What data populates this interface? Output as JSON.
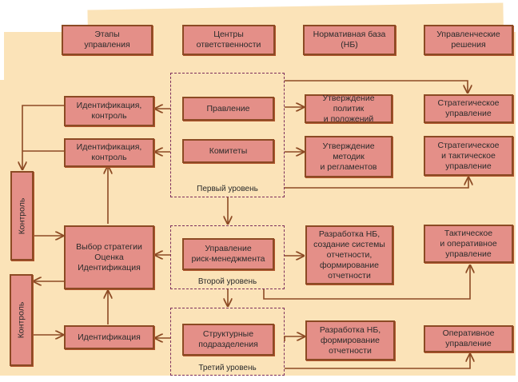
{
  "headers": [
    {
      "id": "stages",
      "label": "Этапы\nуправления"
    },
    {
      "id": "centers",
      "label": "Центры\nответственности"
    },
    {
      "id": "normative",
      "label": "Нормативная база\n(НБ)"
    },
    {
      "id": "decisions",
      "label": "Управленческие\nрешения"
    }
  ],
  "left": {
    "ident_control_1": "Идентификация,\nконтроль",
    "ident_control_2": "Идентификация,\nконтроль",
    "strategy": "Выбор стратегии\nОценка\nИдентификация",
    "ident": "Идентификация",
    "control_1": "Контроль",
    "control_2": "Контроль"
  },
  "centers": {
    "board": "Правление",
    "committees": "Комитеты",
    "risk_mgmt": "Управление\nриск-менеджмента",
    "units": "Структурные\nподразделения"
  },
  "levels": {
    "first": "Первый уровень",
    "second": "Второй уровень",
    "third": "Третий уровень"
  },
  "normative": {
    "policies": "Утверждение политик\nи положений",
    "methods": "Утверждение\nметодик\nи регламентов",
    "nb_reporting_system": "Разработка НБ,\nсоздание системы\nотчетности,\nформирование\nотчетности",
    "nb_reporting": "Разработка НБ,\nформирование\nотчетности"
  },
  "decisions": {
    "strategic": "Стратегическое\nуправление",
    "strategic_tactical": "Стратегическое\nи тактическое\nуправление",
    "tactical_operational": "Тактическое\nи оперативное\nуправление",
    "operational": "Оперативное\nуправление"
  },
  "colors": {
    "background": "#fbe3b8",
    "box_fill": "#e48f88",
    "box_border": "#8c4a24",
    "arrow": "#8c4a24",
    "dashed": "#7d2e5c"
  }
}
